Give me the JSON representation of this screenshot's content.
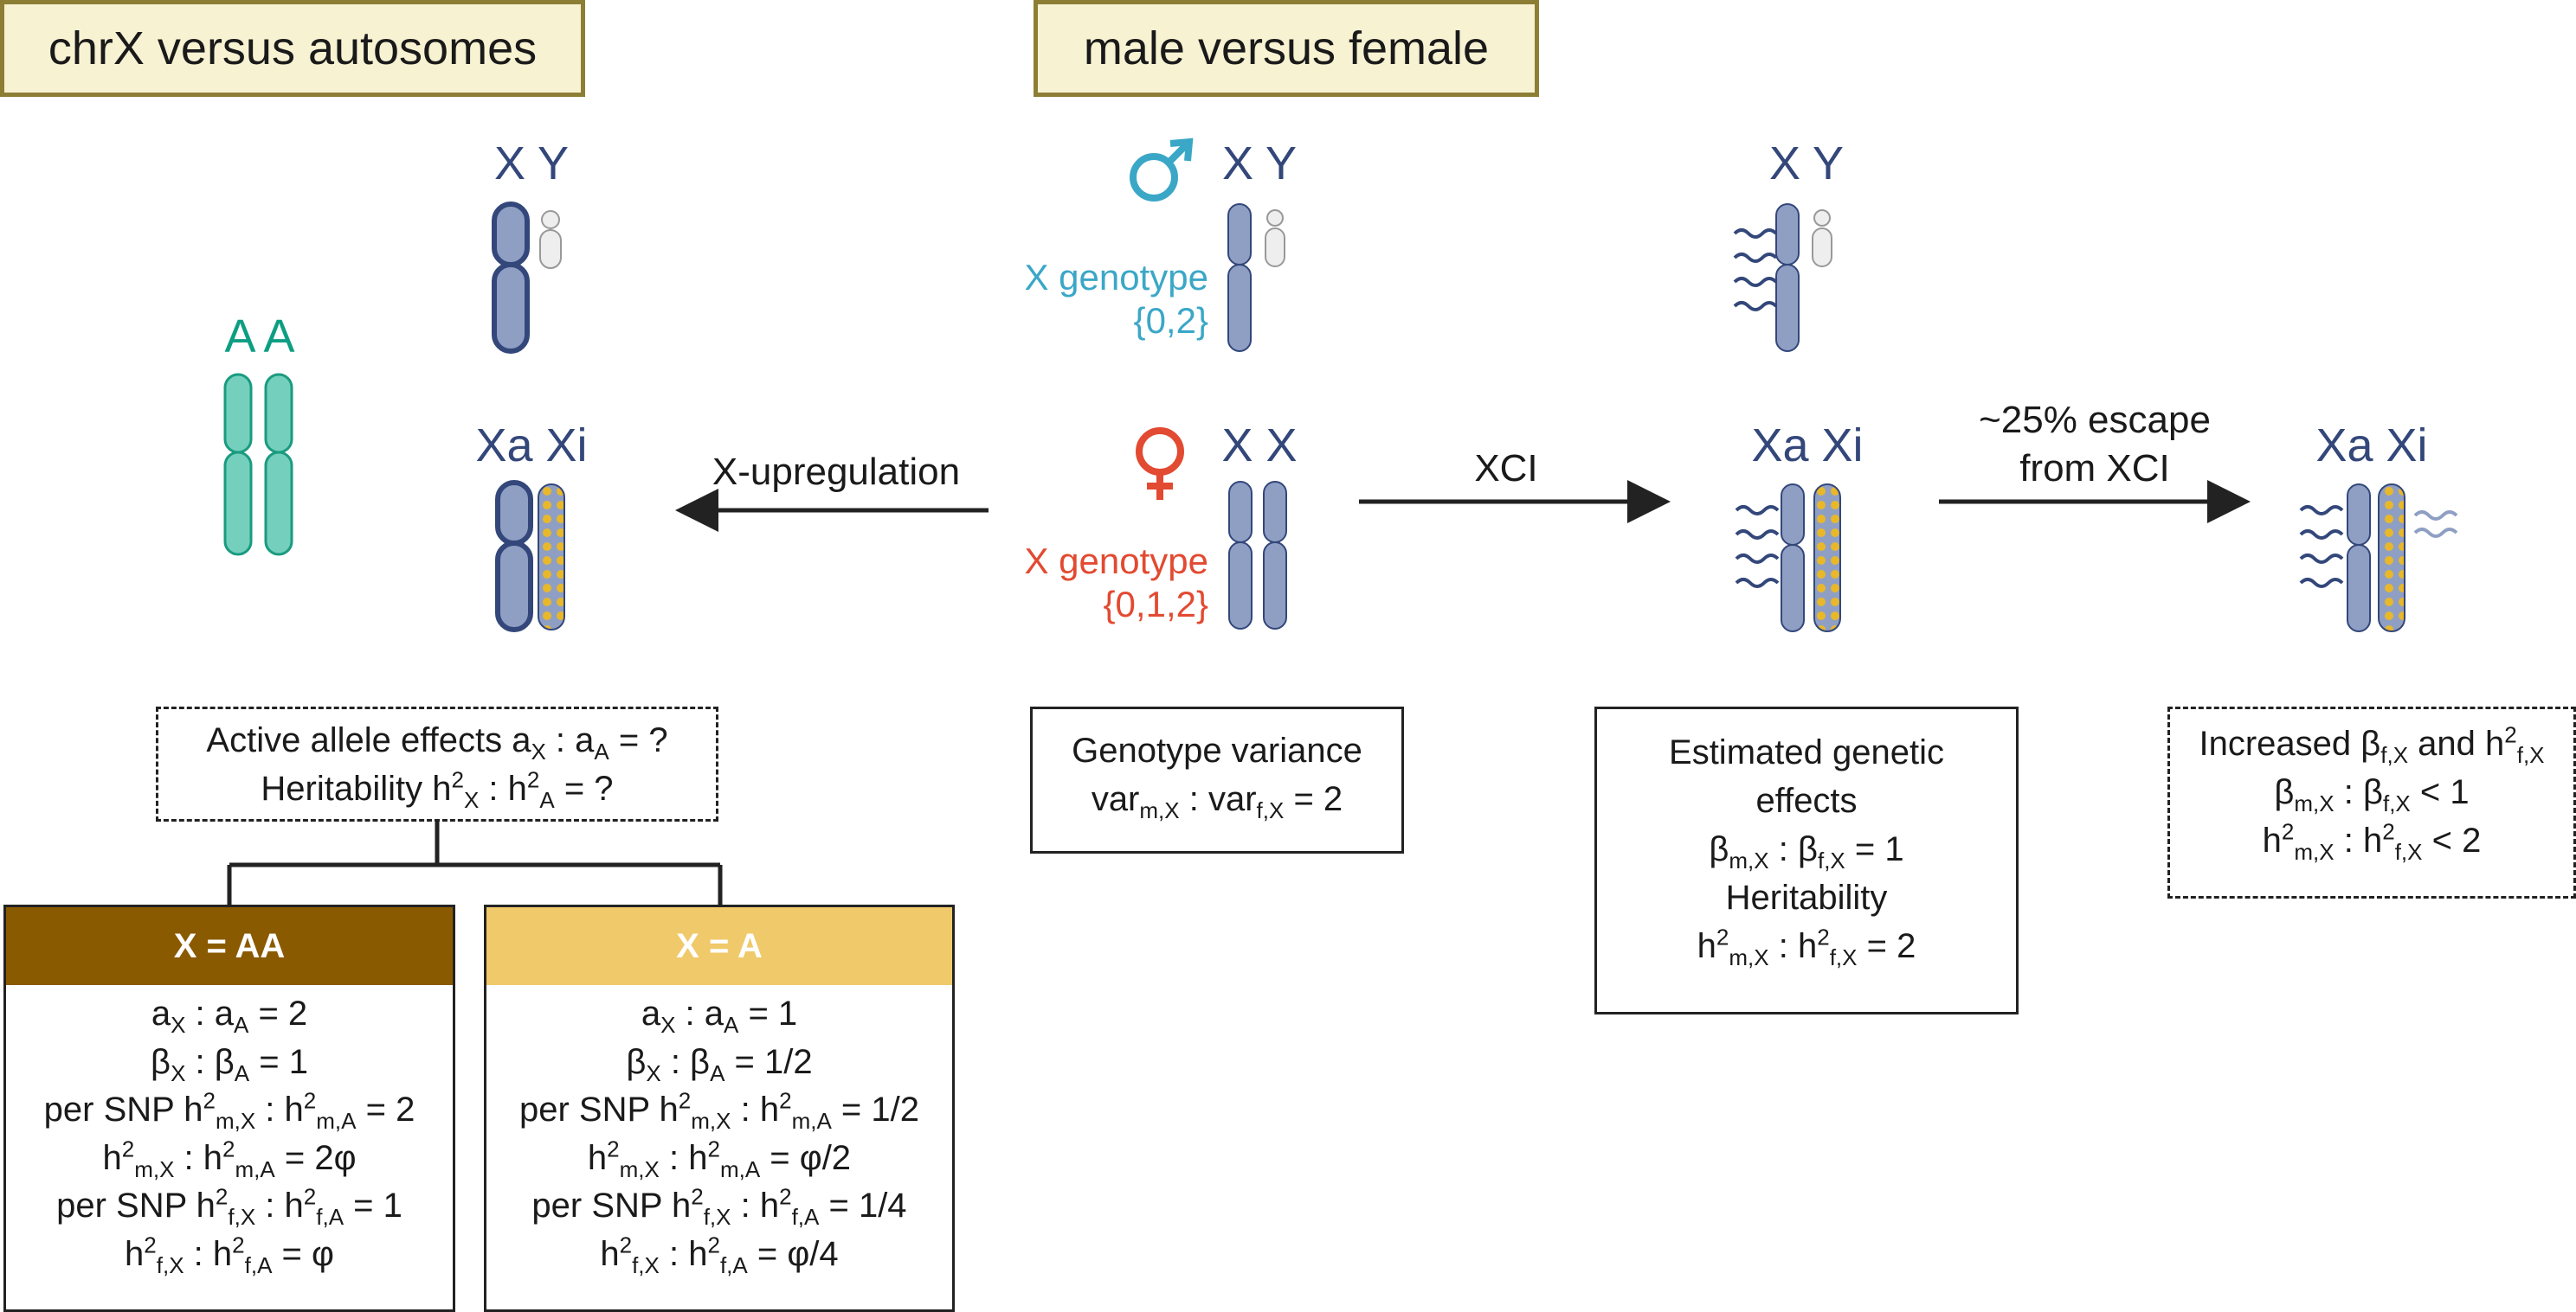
{
  "titles": {
    "left": "chrX versus autosomes",
    "middle": "male versus female"
  },
  "chromosome_labels": {
    "autosome_pair": "A A",
    "male_xy_left": "X Y",
    "female_xaxi_left": "Xa Xi",
    "male_xy_center": "X Y",
    "female_xx_center": "X X",
    "male_xy_right": "X Y",
    "female_xaxi_right": "Xa Xi",
    "female_xaxi_far_right": "Xa Xi"
  },
  "genotypes": {
    "male_line1": "X genotype",
    "male_line2": "{0,2}",
    "female_line1": "X genotype",
    "female_line2": "{0,1,2}"
  },
  "arrows": {
    "x_upregulation": "X-upregulation",
    "xci": "XCI",
    "escape_line1": "~25% escape",
    "escape_line2": "from XCI"
  },
  "active_allele_box": {
    "line1_text": "Active allele effects a",
    "line1_sub_x": "X",
    "line1_mid": " : a",
    "line1_sub_a": "A",
    "line1_tail": " = ?",
    "line2_text": "Heritability h",
    "line2_sup": "2",
    "line2_sub_x": "X",
    "line2_mid": " : h",
    "line2_sup2": "2",
    "line2_sub_a": "A",
    "line2_tail": " = ?"
  },
  "genotype_variance_box": {
    "line1": "Genotype variance",
    "var1": "var",
    "sub1": "m,X",
    "mid": " : var",
    "sub2": "f,X",
    "tail": " = 2"
  },
  "estimated_effects_box": {
    "line1": "Estimated genetic",
    "line2": "effects",
    "beta": "β",
    "sub1": "m,X",
    "mid": " : β",
    "sub2": "f,X",
    "tail": " = 1",
    "line4": "Heritability",
    "h": "h",
    "sup": "2",
    "hsub1": "m,X",
    "hmid": " : h",
    "hsub2": "f,X",
    "htail": " = 2"
  },
  "escape_box": {
    "line1_a": "Increased β",
    "line1_sub1": "f,X",
    "line1_b": " and h",
    "line1_sup": "2",
    "line1_sub2": "f,X",
    "line2_a": "β",
    "line2_sub1": "m,X",
    "line2_b": " : β",
    "line2_sub2": "f,X",
    "line2_tail": " < 1",
    "line3_a": "h",
    "line3_sup": "2",
    "line3_sub1": "m,X",
    "line3_b": " : h",
    "line3_sup2": "2",
    "line3_sub2": "f,X",
    "line3_tail": " < 2"
  },
  "case_aa": {
    "header": "X = AA",
    "header_color": "#8a5a00"
  },
  "case_a": {
    "header": "X = A",
    "header_color": "#f0c96a"
  },
  "colors": {
    "chrom_blue": "#8f9fc4",
    "chrom_blue_dark": "#33477a",
    "chrom_teal": "#74d0bd",
    "xi_dots": "#e8b82a",
    "title_fill": "#f7f2d2",
    "title_border": "#8d7e36"
  }
}
